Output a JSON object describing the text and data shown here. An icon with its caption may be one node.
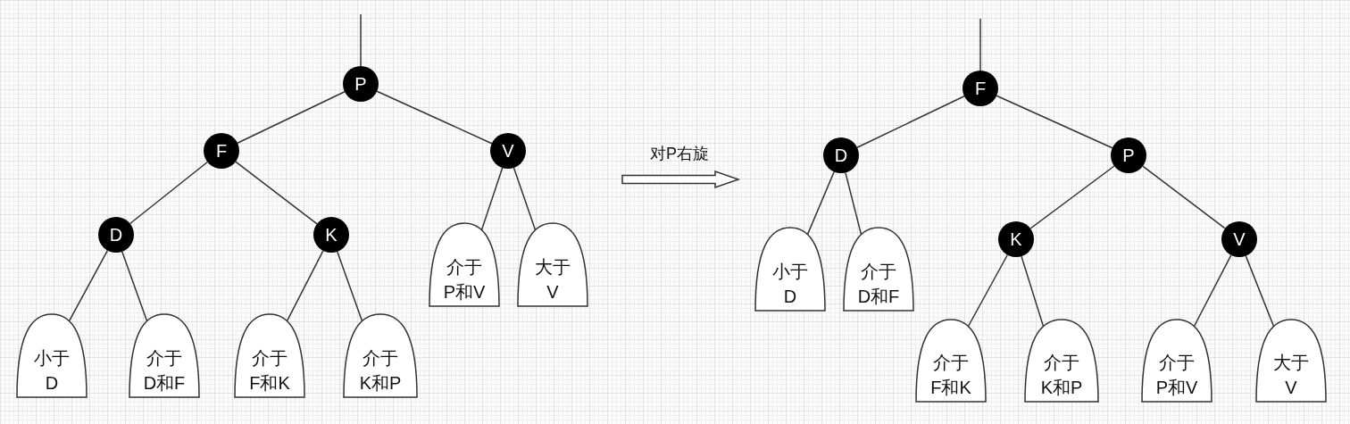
{
  "diagram": {
    "nodes": [
      {
        "text": [
          "P"
        ]
      },
      {
        "text": [
          "F"
        ]
      },
      {
        "text": [
          "V"
        ]
      },
      {
        "text": [
          "D"
        ]
      },
      {
        "text": [
          "K"
        ]
      },
      {
        "text": [
          "小于D"
        ]
      },
      {
        "text": [
          "介于D和F"
        ]
      },
      {
        "text": [
          "介于F和K"
        ]
      },
      {
        "text": [
          "介于K和P"
        ]
      },
      {
        "text": [
          "介于P和V"
        ]
      },
      {
        "text": [
          "大于V"
        ]
      },
      {
        "text": [
          "F"
        ]
      },
      {
        "text": [
          "D"
        ]
      },
      {
        "text": [
          "P"
        ]
      },
      {
        "text": [
          "小于D"
        ]
      },
      {
        "text": [
          "介于D和F"
        ]
      },
      {
        "text": [
          "K"
        ]
      },
      {
        "text": [
          "V"
        ]
      },
      {
        "text": [
          "介于F和K"
        ]
      },
      {
        "text": [
          "介于K和P"
        ]
      },
      {
        "text": [
          "介于P和V"
        ]
      },
      {
        "text": [
          "大于V"
        ]
      }
    ],
    "edges": [
      {
        "from": null,
        "to": 0,
        "arrow": "none"
      },
      {
        "from": 0,
        "to": 1,
        "arrow": "none"
      },
      {
        "from": 0,
        "to": 2,
        "arrow": "none"
      },
      {
        "from": 1,
        "to": 3,
        "arrow": "none"
      },
      {
        "from": 1,
        "to": 4,
        "arrow": "none"
      },
      {
        "from": 3,
        "to": 5,
        "arrow": "none"
      },
      {
        "from": 3,
        "to": 6,
        "arrow": "none"
      },
      {
        "from": 4,
        "to": 7,
        "arrow": "none"
      },
      {
        "from": 4,
        "to": 8,
        "arrow": "none"
      },
      {
        "from": 2,
        "to": 9,
        "arrow": "none"
      },
      {
        "from": 2,
        "to": 10,
        "arrow": "none"
      },
      {
        "from": null,
        "to": 11,
        "arrow": "none"
      },
      {
        "from": 11,
        "to": 12,
        "arrow": "none"
      },
      {
        "from": 11,
        "to": 13,
        "arrow": "none"
      },
      {
        "from": 12,
        "to": 14,
        "arrow": "none"
      },
      {
        "from": 12,
        "to": 15,
        "arrow": "none"
      },
      {
        "from": 13,
        "to": 16,
        "arrow": "none"
      },
      {
        "from": 13,
        "to": 17,
        "arrow": "none"
      },
      {
        "from": 16,
        "to": 18,
        "arrow": "none"
      },
      {
        "from": 16,
        "to": 19,
        "arrow": "none"
      },
      {
        "from": 17,
        "to": 20,
        "arrow": "none"
      },
      {
        "from": 17,
        "to": 21,
        "arrow": "none"
      }
    ],
    "labels": [
      "对P右旋"
    ]
  }
}
